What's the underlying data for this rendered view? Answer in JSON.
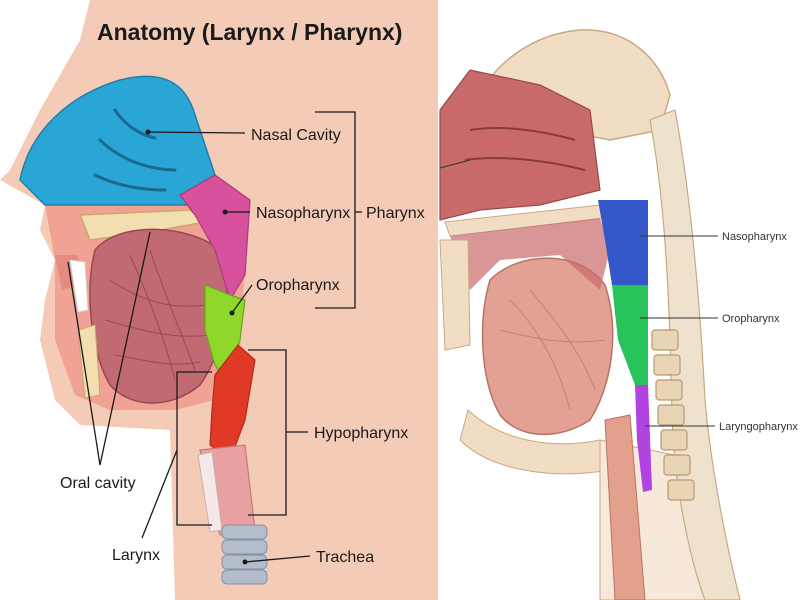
{
  "left_panel": {
    "title": "Anatomy (Larynx / Pharynx)",
    "labels": {
      "nasal_cavity": "Nasal Cavity",
      "nasopharynx": "Nasopharynx",
      "pharynx": "Pharynx",
      "oropharynx": "Oropharynx",
      "hypopharynx": "Hypopharynx",
      "oral_cavity": "Oral cavity",
      "larynx": "Larynx",
      "trachea": "Trachea"
    }
  },
  "right_panel": {
    "labels": {
      "nasopharynx": "Nasopharynx",
      "oropharynx": "Oropharynx",
      "laryngopharynx": "Laryngopharynx"
    }
  },
  "colors": {
    "left_bg": "#f4cbb7",
    "nasal_cavity": "#2aa6d6",
    "nasopharynx": "#d8519c",
    "oropharynx": "#8fd72a",
    "hypopharynx": "#e03a26",
    "trachea": "#b3bccb",
    "right_nasopharynx": "#3557c9",
    "right_oropharynx": "#27c25a",
    "right_laryngopharynx": "#b143e0"
  }
}
